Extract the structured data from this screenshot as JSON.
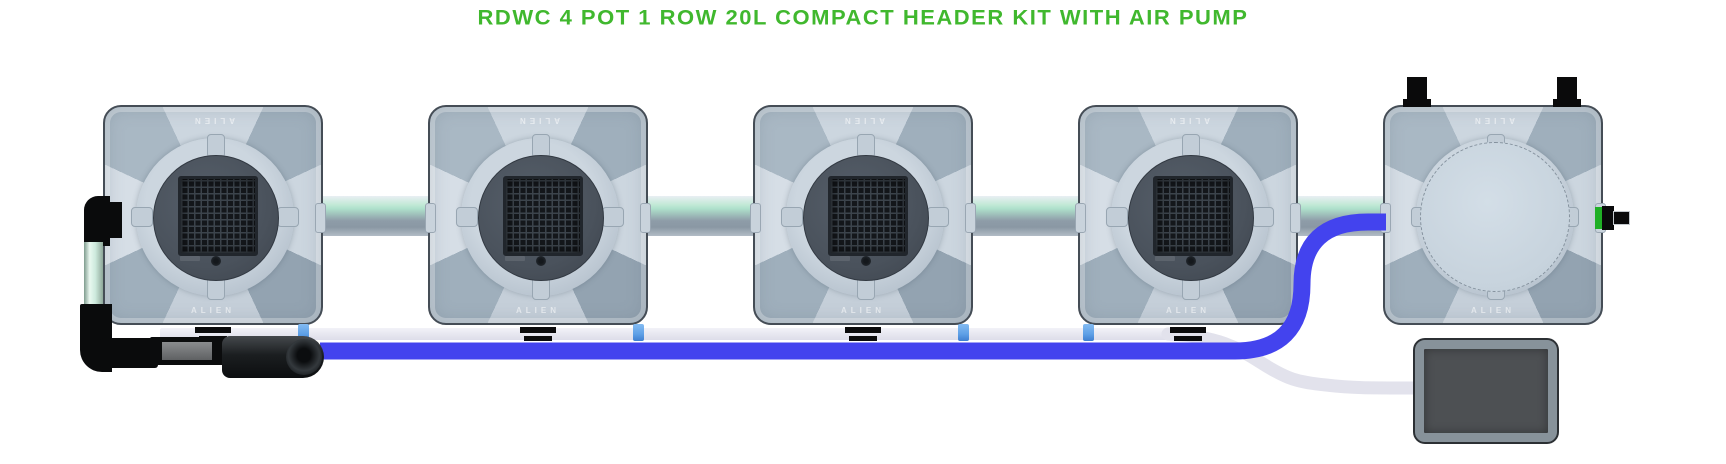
{
  "title": {
    "text": "RDWC 4 POT 1 ROW 20L COMPACT HEADER KIT WITH AIR PUMP"
  },
  "brand": "ALIEN",
  "colors": {
    "accent_green": "#40b82e",
    "pipe_blue": "#4343ee",
    "pipe_grey": "#9aa7b2",
    "air_line_white": "#e2e2ec",
    "clip_blue": "#5d9fe6",
    "valve_green": "#1faf25",
    "mint_pipe": "#cfe9dc",
    "pot_body": "#c2cdd7",
    "net_lid_dark": "#4a525c",
    "header_lid": "#c9d5df",
    "air_pump_frame": "#87929a",
    "air_pump_face": "#4d5053"
  },
  "system": {
    "units": [
      {
        "kind": "grow-pot",
        "lid": "mesh"
      },
      {
        "kind": "grow-pot",
        "lid": "mesh"
      },
      {
        "kind": "grow-pot",
        "lid": "mesh"
      },
      {
        "kind": "grow-pot",
        "lid": "mesh"
      },
      {
        "kind": "header-tank",
        "lid": "plain",
        "top_ports": 2,
        "side_valve": true
      }
    ],
    "components": {
      "recirculating_pipe": "blue",
      "manifold_pipe": "grey",
      "air_line": "white",
      "return_pipe": "mint",
      "pump": "inline water pump",
      "valve": "inline valve",
      "air_pump": "air pump box",
      "pipe_clips": 4,
      "pot_fittings": 4
    }
  }
}
